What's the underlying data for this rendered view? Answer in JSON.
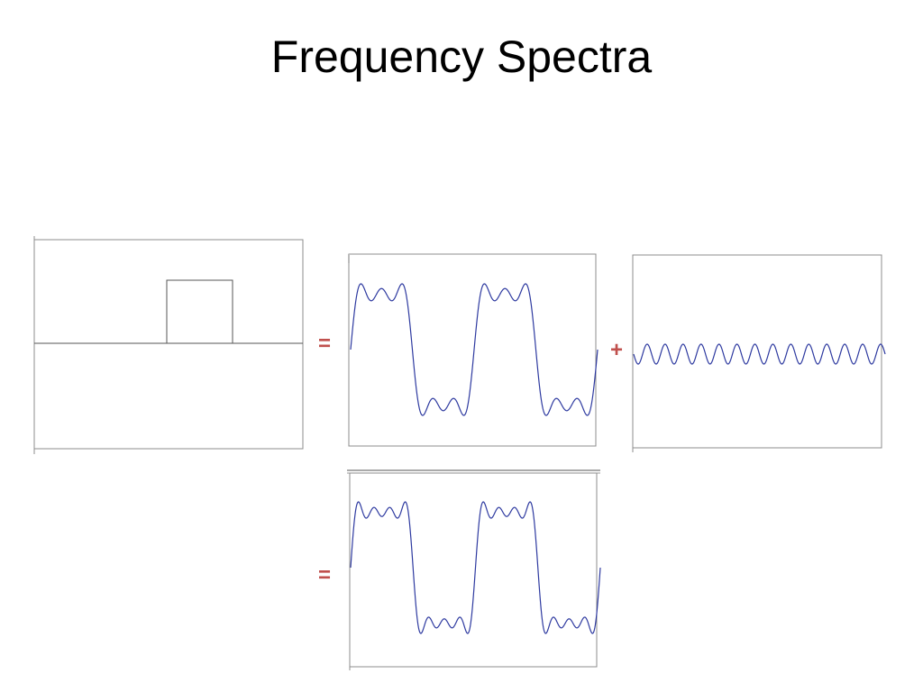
{
  "title": "Frequency Spectra",
  "operators": {
    "equals_1": "=",
    "plus": "+",
    "equals_2": "="
  },
  "colors": {
    "wave": "#2e3aa0",
    "operator": "#c0504d",
    "frame": "#7f7f7f",
    "axis": "#595959"
  },
  "panels": [
    {
      "id": "square-pulse",
      "kind": "square-pulse"
    },
    {
      "id": "partial-sum",
      "kind": "square-wave-partial",
      "periods": 2,
      "harmonics": [
        1,
        3,
        5
      ]
    },
    {
      "id": "harmonic",
      "kind": "sine",
      "cycles": 14
    },
    {
      "id": "sum",
      "kind": "square-wave-partial",
      "periods": 2,
      "harmonics": [
        1,
        3,
        5,
        7
      ]
    }
  ]
}
